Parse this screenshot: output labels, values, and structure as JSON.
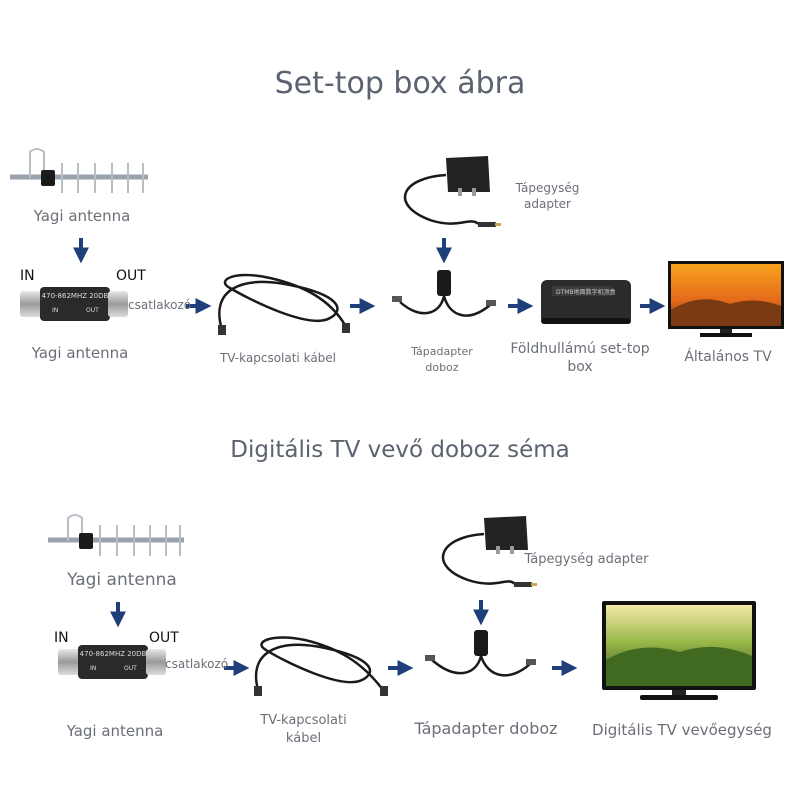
{
  "section1": {
    "title": "Set-top box ábra",
    "antenna_label": "Yagi antenna",
    "in_label": "IN",
    "out_label": "OUT",
    "amp_text": "470-862MHZ  20DB",
    "amp_in": "IN",
    "amp_out": "OUT",
    "connector_label": "csatlakozó",
    "amp_label": "Yagi antenna",
    "cable_label": "TV-kapcsolati kábel",
    "power_label_line1": "Tápegység",
    "power_label_line2": "adapter",
    "box_label_line1": "Tápadapter",
    "box_label_line2": "doboz",
    "stb_label_line1": "Földhullámú set-top",
    "stb_label_line2": "box",
    "stb_screen_text": "DTMB地面数字机顶盒",
    "tv_label": "Általános TV"
  },
  "section2": {
    "title": "Digitális TV vevő doboz séma",
    "antenna_label": "Yagi antenna",
    "in_label": "IN",
    "out_label": "OUT",
    "amp_text": "470-862MHZ  20DB",
    "amp_in": "IN",
    "amp_out": "OUT",
    "connector_label": "csatlakozó",
    "amp_label": "Yagi antenna",
    "cable_label_line1": "TV-kapcsolati",
    "cable_label_line2": "kábel",
    "power_label": "Tápegység adapter",
    "box_label": "Tápadapter doboz",
    "receiver_label": "Digitális TV vevőegység"
  },
  "colors": {
    "arrow": "#1f3f7a",
    "title": "#5b6270",
    "label": "#6b6f78"
  }
}
